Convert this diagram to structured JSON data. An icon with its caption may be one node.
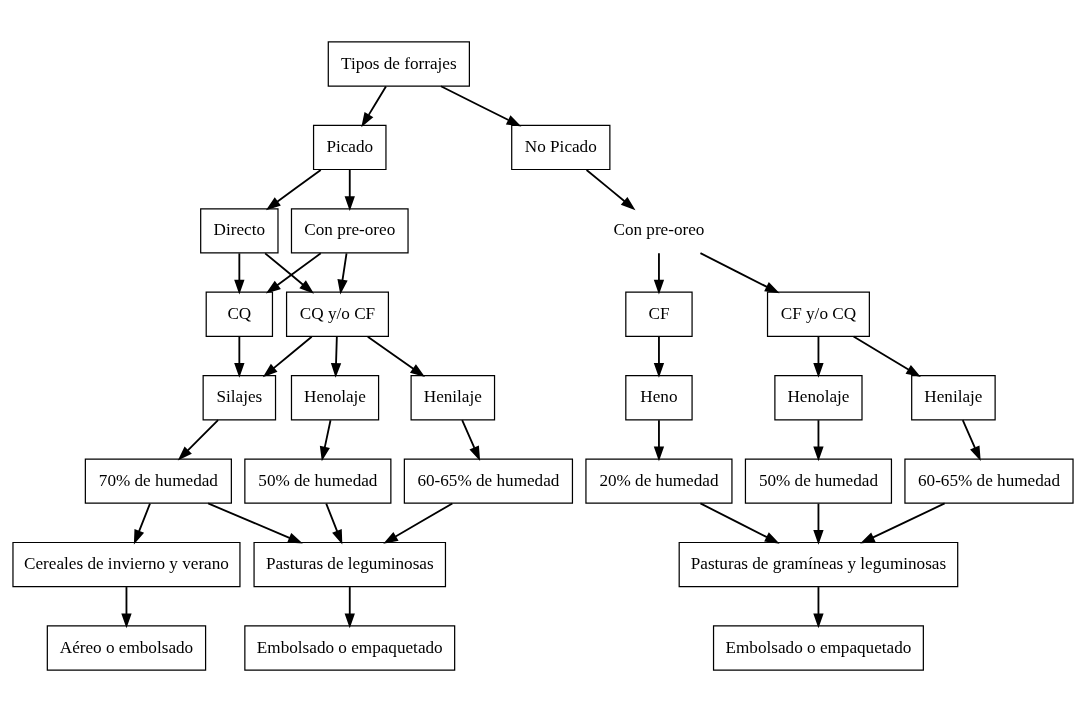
{
  "diagram": {
    "nodes": [
      {
        "text": [
          "Tipos de forrajes"
        ]
      },
      {
        "text": [
          "Picado"
        ]
      },
      {
        "text": [
          "No Picado"
        ]
      },
      {
        "text": [
          "Directo"
        ]
      },
      {
        "text": [
          "Con pre-oreo"
        ]
      },
      {
        "text": [
          "Con pre-oreo"
        ]
      },
      {
        "text": [
          "CQ"
        ]
      },
      {
        "text": [
          "CQ y/o CF"
        ]
      },
      {
        "text": [
          "CF"
        ]
      },
      {
        "text": [
          "CF y/o CQ"
        ]
      },
      {
        "text": [
          "Silajes"
        ]
      },
      {
        "text": [
          "Henolaje"
        ]
      },
      {
        "text": [
          "Henilaje"
        ]
      },
      {
        "text": [
          "Heno"
        ]
      },
      {
        "text": [
          "Henolaje"
        ]
      },
      {
        "text": [
          "Henilaje"
        ]
      },
      {
        "text": [
          "70% de humedad"
        ]
      },
      {
        "text": [
          "50% de humedad"
        ]
      },
      {
        "text": [
          "60-65% de humedad"
        ]
      },
      {
        "text": [
          "20% de humedad"
        ]
      },
      {
        "text": [
          "50% de humedad"
        ]
      },
      {
        "text": [
          "60-65% de humedad"
        ]
      },
      {
        "text": [
          "Cereales de invierno y verano"
        ]
      },
      {
        "text": [
          "Pasturas de leguminosas"
        ]
      },
      {
        "text": [
          "Pasturas de gramíneas y leguminosas"
        ]
      },
      {
        "text": [
          "Aéreo o embolsado"
        ]
      },
      {
        "text": [
          "Embolsado o empaquetado"
        ]
      },
      {
        "text": [
          "Embolsado o empaquetado"
        ]
      }
    ],
    "edges": [
      {
        "from": 0,
        "to": 1,
        "arrow": "to"
      },
      {
        "from": 0,
        "to": 2,
        "arrow": "to"
      },
      {
        "from": 1,
        "to": 3,
        "arrow": "to"
      },
      {
        "from": 1,
        "to": 4,
        "arrow": "to"
      },
      {
        "from": 2,
        "to": 5,
        "arrow": "to"
      },
      {
        "from": 3,
        "to": 6,
        "arrow": "to"
      },
      {
        "from": 3,
        "to": 7,
        "arrow": "to"
      },
      {
        "from": 4,
        "to": 6,
        "arrow": "to"
      },
      {
        "from": 4,
        "to": 7,
        "arrow": "to"
      },
      {
        "from": 5,
        "to": 8,
        "arrow": "to"
      },
      {
        "from": 5,
        "to": 9,
        "arrow": "to"
      },
      {
        "from": 6,
        "to": 10,
        "arrow": "to"
      },
      {
        "from": 7,
        "to": 10,
        "arrow": "to"
      },
      {
        "from": 7,
        "to": 11,
        "arrow": "to"
      },
      {
        "from": 7,
        "to": 12,
        "arrow": "to"
      },
      {
        "from": 8,
        "to": 13,
        "arrow": "to"
      },
      {
        "from": 9,
        "to": 14,
        "arrow": "to"
      },
      {
        "from": 9,
        "to": 15,
        "arrow": "to"
      },
      {
        "from": 10,
        "to": 16,
        "arrow": "to"
      },
      {
        "from": 11,
        "to": 17,
        "arrow": "to"
      },
      {
        "from": 12,
        "to": 18,
        "arrow": "to"
      },
      {
        "from": 13,
        "to": 19,
        "arrow": "to"
      },
      {
        "from": 14,
        "to": 20,
        "arrow": "to"
      },
      {
        "from": 15,
        "to": 21,
        "arrow": "to"
      },
      {
        "from": 16,
        "to": 22,
        "arrow": "to"
      },
      {
        "from": 16,
        "to": 23,
        "arrow": "to"
      },
      {
        "from": 17,
        "to": 23,
        "arrow": "to"
      },
      {
        "from": 18,
        "to": 23,
        "arrow": "to"
      },
      {
        "from": 19,
        "to": 24,
        "arrow": "to"
      },
      {
        "from": 20,
        "to": 24,
        "arrow": "to"
      },
      {
        "from": 21,
        "to": 24,
        "arrow": "to"
      },
      {
        "from": 22,
        "to": 25,
        "arrow": "to"
      },
      {
        "from": 23,
        "to": 26,
        "arrow": "to"
      },
      {
        "from": 24,
        "to": 27,
        "arrow": "to"
      }
    ]
  }
}
